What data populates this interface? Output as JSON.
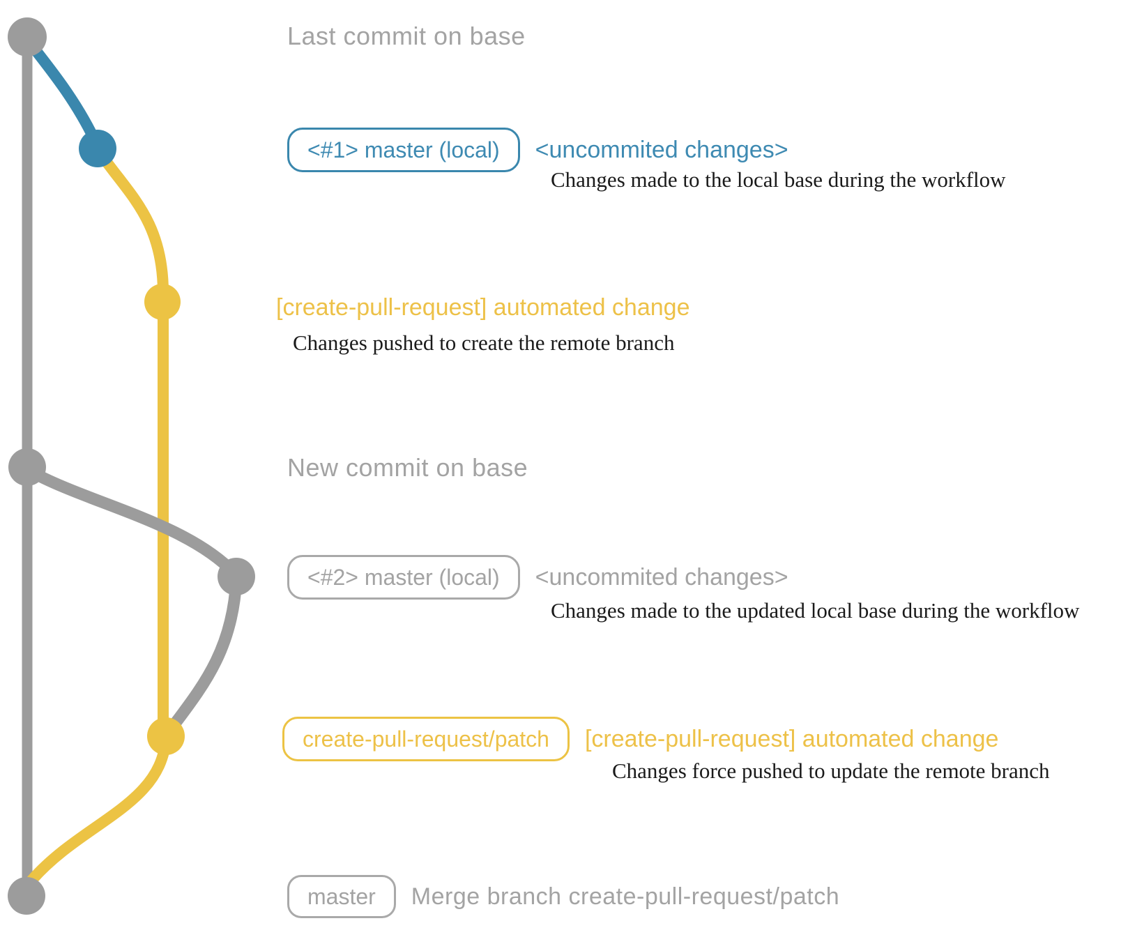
{
  "diagram_title": "create-pull-request workflow git graph",
  "colors": {
    "base_branch_gray": "#9c9c9c",
    "local_branch_blue": "#3a87ad",
    "patch_branch_yellow": "#ecc344",
    "caption_gray": "#a3a3a3",
    "note_black": "#1a1a1a"
  },
  "labels": {
    "last_commit": "Last commit on base",
    "new_commit": "New commit on base",
    "row1": {
      "badge": "<#1> master (local)",
      "tag": "<uncommited changes>",
      "note": "Changes made to the local base during the workflow"
    },
    "row2": {
      "tag": "[create-pull-request] automated change",
      "note": "Changes pushed to create the remote branch"
    },
    "row3": {
      "badge": "<#2> master (local)",
      "tag": "<uncommited changes>",
      "note": "Changes made to the updated local base during the workflow"
    },
    "row4": {
      "badge": "create-pull-request/patch",
      "tag": "[create-pull-request] automated change",
      "note": "Changes force pushed to update the remote branch"
    },
    "row5": {
      "badge": "master",
      "caption": "Merge branch create-pull-request/patch"
    }
  }
}
